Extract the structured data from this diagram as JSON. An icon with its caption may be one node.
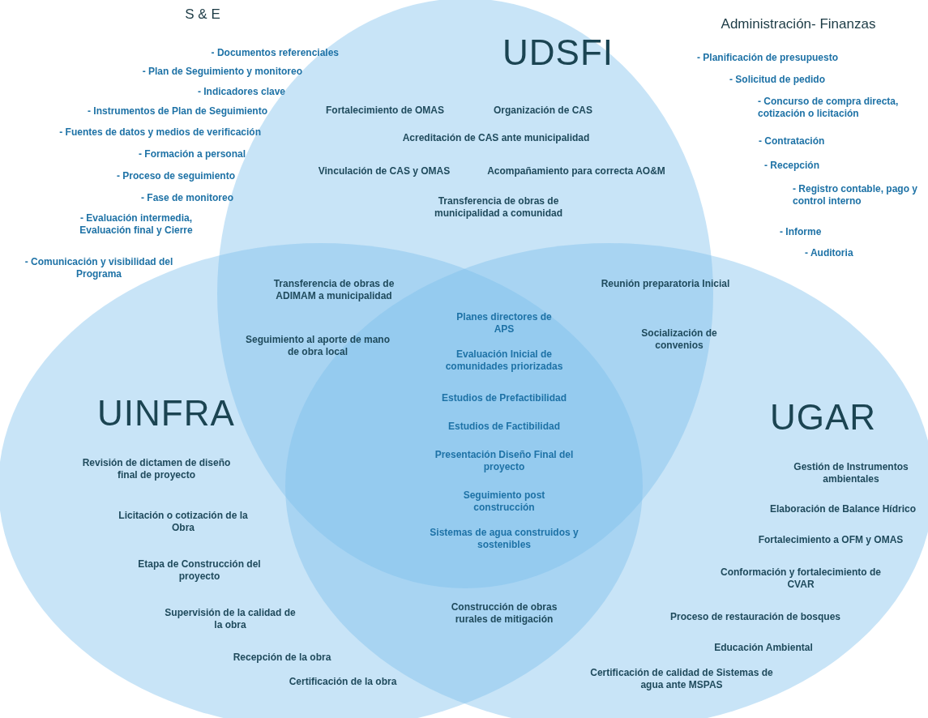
{
  "diagram": {
    "nodes": [
      {
        "text": [
          "UDSFI"
        ]
      },
      {
        "text": [
          "UINFRA"
        ]
      },
      {
        "text": [
          "UGAR"
        ]
      }
    ],
    "labels": [
      "S & E",
      "- Documentos referenciales",
      "- Plan de Seguimiento y monitoreo",
      "- Indicadores clave",
      "- Instrumentos de Plan de Seguimiento",
      "- Fuentes de datos y medios de verificación",
      "- Formación a personal",
      "- Proceso de seguimiento",
      "- Fase de monitoreo",
      "- Evaluación intermedia, Evaluación final y Cierre",
      "- Comunicación y visibilidad del Programa",
      "Administración- Finanzas",
      "- Planificación de presupuesto",
      "- Solicitud de pedido",
      "- Concurso de compra directa, cotización o licitación",
      "- Contratación",
      "- Recepción",
      "- Registro contable, pago y control interno",
      "- Informe",
      "- Auditoria",
      "Fortalecimiento de OMAS",
      "Organización de CAS",
      "Acreditación de CAS ante municipalidad",
      "Vinculación de CAS y OMAS",
      "Acompañamiento para correcta AO&M",
      "Transferencia de obras de municipalidad a comunidad",
      "Transferencia de obras de ADIMAM a municipalidad",
      "Reunión preparatoria Inicial",
      "Planes directores de APS",
      "Seguimiento al aporte de mano de obra local",
      "Socialización de convenios",
      "Evaluación Inicial de comunidades priorizadas",
      "Estudios de Prefactibilidad",
      "Estudios de Factibilidad",
      "Presentación Diseño Final del proyecto",
      "Seguimiento post construcción",
      "Sistemas de agua construidos y sostenibles",
      "Revisión de dictamen de diseño final de proyecto",
      "Licitación o cotización de la Obra",
      "Etapa de Construcción del proyecto",
      "Supervisión de la calidad de la obra",
      "Construcción de obras rurales de mitigación",
      "Recepción de la obra",
      "Certificación de la obra",
      "Gestión de Instrumentos ambientales",
      "Elaboración de Balance Hídrico",
      "Fortalecimiento a OFM y OMAS",
      "Conformación y fortalecimiento de CVAR",
      "Proceso de restauración de bosques",
      "Educación Ambiental",
      "Certificación de calidad de Sistemas de agua ante MSPAS"
    ]
  }
}
